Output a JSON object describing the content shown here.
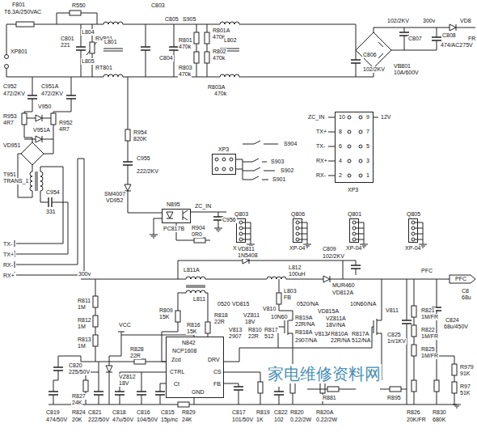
{
  "diagram": {
    "nodes": [
      {
        "text": [
          "N842",
          "NCP1608"
        ]
      },
      {
        "text": [
          "N895",
          "PC817B"
        ]
      },
      {
        "text": [
          "XP3"
        ]
      },
      {
        "text": [
          "Q803",
          "XP-04"
        ]
      },
      {
        "text": [
          "Q806",
          "XP-04"
        ]
      },
      {
        "text": [
          "Q801",
          "XP-04"
        ]
      },
      {
        "text": [
          "Q805",
          "XP-04"
        ]
      },
      {
        "text": [
          "XP3"
        ]
      }
    ],
    "labels": [
      "F801",
      "T6.3A/250VAC",
      "R550",
      "L804",
      "C801",
      "221",
      "RV801",
      "L805",
      "RT801",
      "XP801",
      "C952",
      "472/2KV",
      "C951A",
      "472/2KV",
      "L801",
      "C803",
      "C805",
      "S905",
      "R801A",
      "470k",
      "R801",
      "470k",
      "R802",
      "470k",
      "C804",
      "R803",
      "470k",
      "R803A",
      "470k",
      "L802",
      "R953",
      "4R7",
      "V950",
      "V951A",
      "R952",
      "4R7",
      "VD951",
      "T951",
      "TRANS_1",
      "C954",
      "331",
      "TX-",
      "TX+",
      "RX-",
      "RX+",
      "R954",
      "820K",
      "C955",
      "222/2KV",
      "SM4007",
      "VD952",
      "ZC_IN",
      "C956",
      "R904",
      "0R0",
      "S904",
      "S903",
      "S902",
      "S901",
      "ZC_IN",
      "TX+",
      "TX-",
      "RX+",
      "RX-",
      "10",
      "9",
      "8",
      "7",
      "6",
      "5",
      "4",
      "3",
      "2",
      "1",
      "12V",
      "102/2KV",
      "300v",
      "C807",
      "C806",
      "102/2KV",
      "VB801",
      "10A/600V",
      "C808",
      "474/AC275V",
      "VD8",
      "FR",
      "C809",
      "102/2KV",
      "VD811",
      "1N5408",
      "L811A",
      "L811",
      "L812",
      "100uH",
      "MUR460",
      "VD812A",
      "L803",
      "FB",
      "PFC",
      "PFC",
      "300v",
      "R811",
      "1M",
      "R812",
      "1M",
      "R813",
      "1M",
      "VCC",
      "R809",
      "15K",
      "R816",
      "15K",
      "0520",
      "VD815",
      "R818",
      "22R",
      "VZ811",
      "18V",
      "V810",
      "10N60",
      "V813",
      "2907",
      "R810",
      "22R",
      "R817",
      "512",
      "0520/NA",
      "VD815A",
      "10N60/NA",
      "R819A",
      "22R/NA",
      "VZ811A",
      "18V/NA",
      "V811",
      "R818A",
      "V813A",
      "2907/NA",
      "R810A",
      "22R/NA",
      "R817A",
      "512/NA",
      "C825",
      "1n/1KV",
      "R821",
      "1M/FR",
      "R822",
      "1M/FR",
      "R825",
      "1M/FR",
      "C824",
      "68u/450V",
      "C8",
      "68u",
      "Zcd",
      "DRV",
      "CTRL",
      "CS",
      "Ct",
      "FB",
      "GND",
      "R828",
      "22R",
      "C820",
      "225/50V",
      "R827",
      "24K",
      "VZ812",
      "18V",
      "C819",
      "474/50V",
      "R824",
      "20K",
      "C821",
      "222/50V",
      "C818",
      "47u/50V",
      "C816",
      "104/50V",
      "C815",
      "15p/nc",
      "R829",
      "24K",
      "C817",
      "101/50V",
      "R819",
      "1K",
      "C822",
      "102",
      "R820",
      "0.22/2W",
      "R820A",
      "0.22/2W",
      "R826",
      "20K/FR",
      "R830",
      "680K",
      "R881",
      "R895",
      "R979",
      "91K",
      "R97",
      "51K",
      "家电维修资料网"
    ]
  }
}
